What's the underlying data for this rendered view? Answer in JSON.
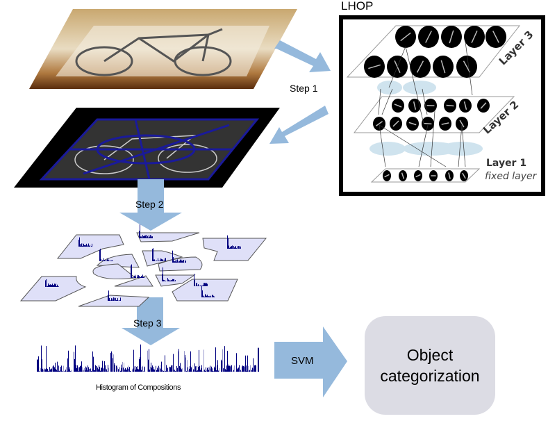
{
  "lhop": {
    "title": "LHOP",
    "layer3": "Layer 3",
    "layer2": "Layer 2",
    "layer1": "Layer 1",
    "layer1_note": "fixed layer"
  },
  "steps": {
    "step1": "Step 1",
    "step2": "Step 2",
    "step3": "Step 3"
  },
  "histogram_label": "Histogram of Compositions",
  "svm_label": "SVM",
  "result": {
    "line1": "Object",
    "line2": "categorization"
  },
  "colors": {
    "arrow": "#95b9dc",
    "histogram": "#000080",
    "region_fill": "#dfe0f8",
    "result_box": "#dcdce4",
    "edge_grid": "#1a1a9a"
  }
}
